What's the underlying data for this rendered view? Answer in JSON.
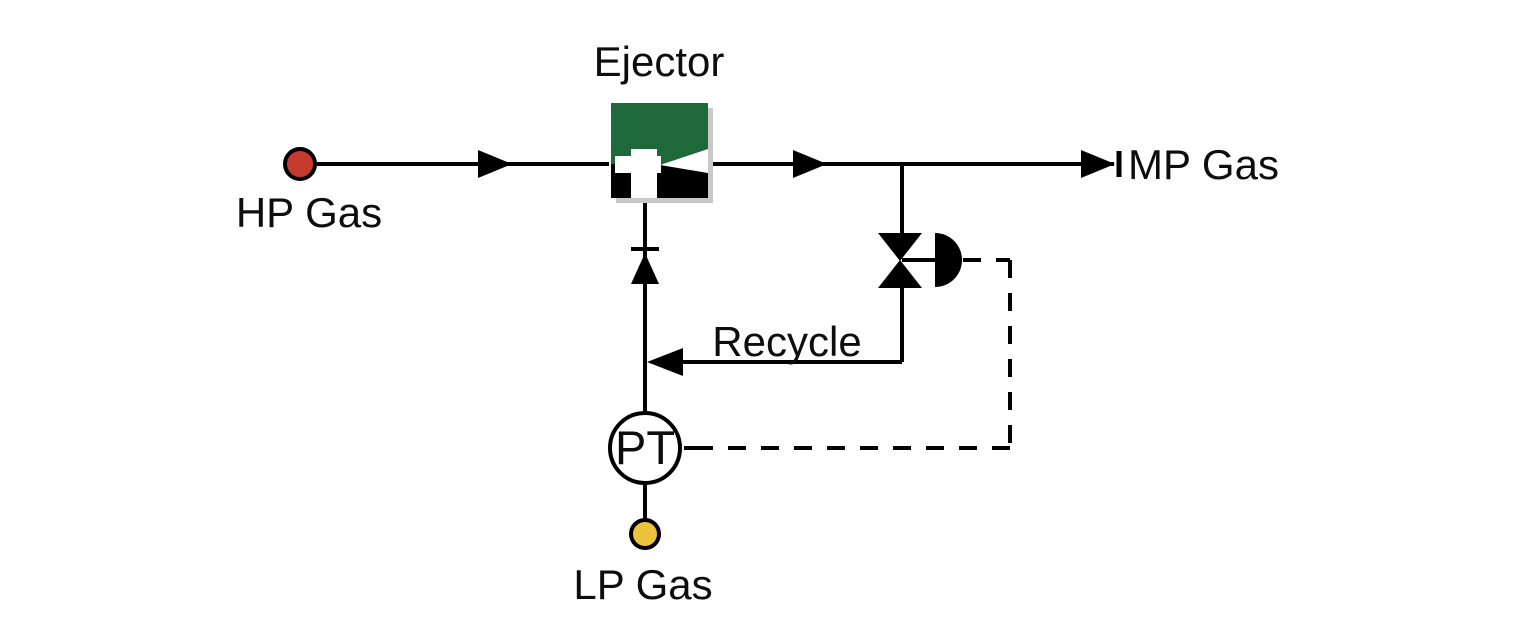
{
  "diagram": {
    "background": "#ffffff",
    "line_color": "#000000",
    "text_color": "#0d0d0d",
    "streams": {
      "hp_inlet": {
        "label": "HP Gas",
        "marker_color": "#c63a2d"
      },
      "lp_inlet": {
        "label": "LP Gas",
        "marker_color": "#ecc33c"
      },
      "mp_outlet": {
        "label": "MP Gas"
      },
      "recycle": {
        "label": "Recycle"
      }
    },
    "equipment": {
      "ejector": {
        "label": "Ejector",
        "body_color": "#1f6839",
        "detail_color": "#000000",
        "shadow_color": "#c9c9c9"
      },
      "pressure_transmitter": {
        "tag": "PT"
      },
      "control_valve": {
        "color": "#000000"
      }
    }
  }
}
